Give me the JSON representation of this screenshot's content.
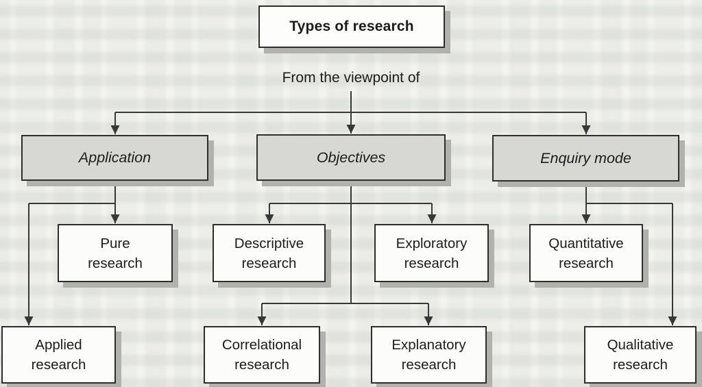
{
  "diagram": {
    "title": "Types of research",
    "viewpoint_label": "From the viewpoint of",
    "branches": [
      {
        "label": "Application",
        "children": [
          {
            "line1": "Pure",
            "line2": "research"
          },
          {
            "line1": "Applied",
            "line2": "research"
          }
        ]
      },
      {
        "label": "Objectives",
        "children": [
          {
            "line1": "Descriptive",
            "line2": "research"
          },
          {
            "line1": "Exploratory",
            "line2": "research"
          },
          {
            "line1": "Correlational",
            "line2": "research"
          },
          {
            "line1": "Explanatory",
            "line2": "research"
          }
        ]
      },
      {
        "label": "Enquiry mode",
        "children": [
          {
            "line1": "Quantitative",
            "line2": "research"
          },
          {
            "line1": "Qualitative",
            "line2": "research"
          }
        ]
      }
    ],
    "colors": {
      "page_background": "#f3f3f0",
      "category_fill": "#d7d7d4",
      "leaf_fill": "#fcfcfa",
      "border": "#2d2d2d",
      "shadow": "#b1b1ae",
      "connector": "#383838"
    }
  }
}
